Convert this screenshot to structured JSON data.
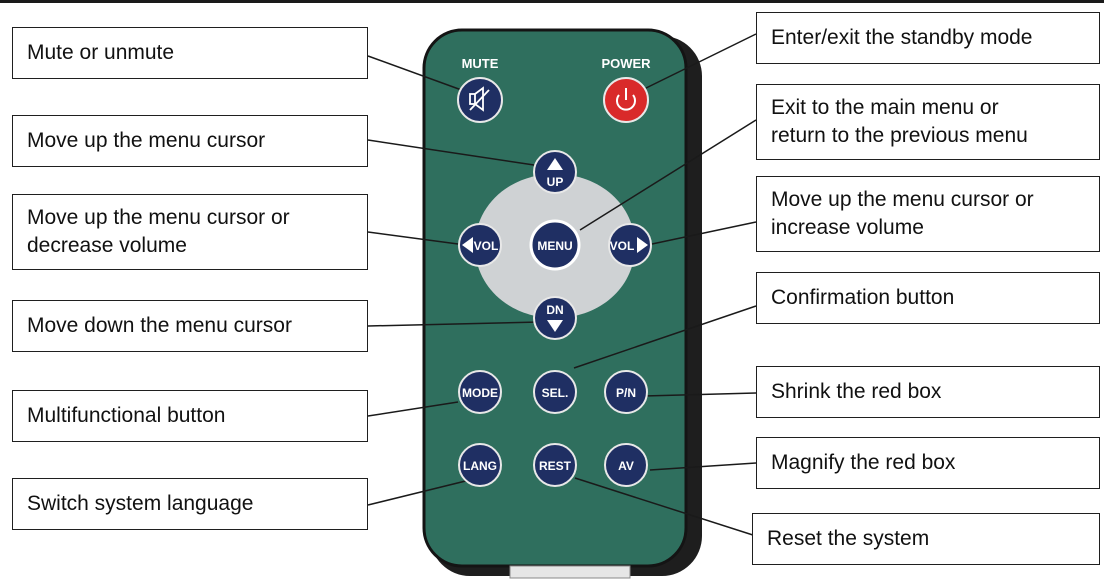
{
  "remote": {
    "buttons": {
      "mute": "MUTE",
      "power": "POWER",
      "up": "UP",
      "vol_left": "VOL",
      "menu": "MENU",
      "vol_right": "VOL",
      "dn": "DN",
      "mode": "MODE",
      "sel": "SEL.",
      "pn": "P/N",
      "lang": "LANG",
      "rest": "REST",
      "av": "AV"
    }
  },
  "labels": {
    "mute": "Mute or unmute",
    "up": "Move up the menu cursor",
    "vol_left": [
      "Move up the menu cursor or",
      "decrease volume"
    ],
    "dn": "Move down the menu cursor",
    "mode": "Multifunctional button",
    "lang": "Switch system language",
    "power": "Enter/exit the standby mode",
    "menu": [
      "Exit to the main menu or",
      "return to the previous menu"
    ],
    "vol_right": [
      "Move up the menu cursor or",
      "increase volume"
    ],
    "sel": "Confirmation button",
    "pn": "Shrink the red box",
    "av": "Magnify the red box",
    "rest": "Reset the system"
  },
  "colors": {
    "remote_body": "#2f6f5e",
    "remote_shadow": "#1e1e1e",
    "button_navy": "#1f2f63",
    "button_power": "#d92a2a",
    "dpad": "#cfd2d4"
  }
}
